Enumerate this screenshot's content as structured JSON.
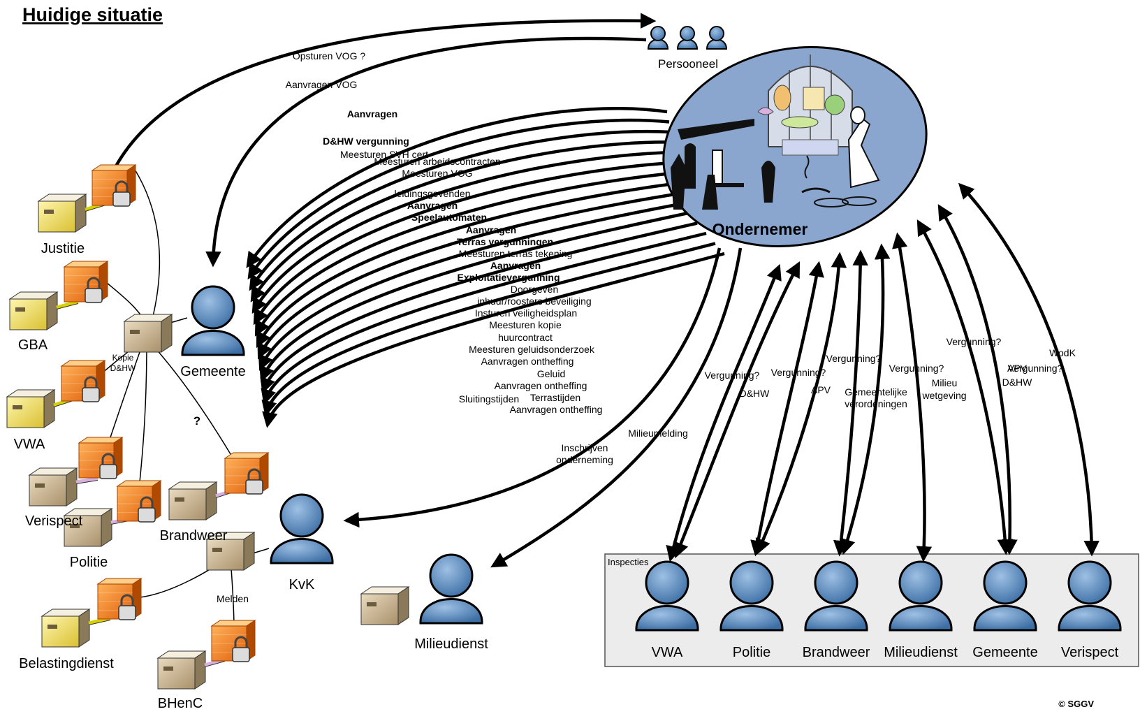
{
  "title": "Huidige situatie",
  "copyright": "© SGGV",
  "personnel_label": "Persooneel",
  "hub_label": "Ondernemer",
  "inspections_title": "Inspecties",
  "actors": {
    "gemeente": "Gemeente",
    "kvk": "KvK",
    "milieudienst": "Milieudienst"
  },
  "systems": {
    "justitie": "Justitie",
    "gba": "GBA",
    "vwa": "VWA",
    "verispect": "Verispect",
    "politie": "Politie",
    "brandweer": "Brandweer",
    "belastingdienst": "Belastingdienst",
    "bhenc": "BHenC"
  },
  "network_labels": {
    "kopie_dhw": [
      "Kopie",
      "D&HW"
    ],
    "question": "?",
    "melden": "Melden"
  },
  "personnel_flows": [
    "Opsturen VOG ?",
    "Aanvragen VOG"
  ],
  "gemeente_flows": [
    {
      "lines": [
        "Aanvragen",
        "D&HW vergunning"
      ],
      "bold": true
    },
    {
      "lines": [
        "Meesturen SVH cert"
      ],
      "bold": false
    },
    {
      "lines": [
        "Meesturen arbeidscontracten"
      ],
      "bold": false
    },
    {
      "lines": [
        "Meesturen VOG",
        "leidingsgevenden"
      ],
      "bold": false
    },
    {
      "lines": [
        "Aanvragen",
        "Speelautomaten"
      ],
      "bold": true
    },
    {
      "lines": [
        "Aanvragen",
        "Terras vergunningen"
      ],
      "bold": true
    },
    {
      "lines": [
        "Meesturen terras tekening"
      ],
      "bold": false
    },
    {
      "lines": [
        "Aanvragen",
        "Exploitatievergunning"
      ],
      "bold": true
    },
    {
      "lines": [
        "Doorgeven",
        "inhuur/roosters beveiliging"
      ],
      "bold": false
    },
    {
      "lines": [
        "Insturen veiligheidsplan"
      ],
      "bold": false
    },
    {
      "lines": [
        "Meesturen kopie",
        "huurcontract"
      ],
      "bold": false
    },
    {
      "lines": [
        "Meesturen geluidsonderzoek"
      ],
      "bold": false
    },
    {
      "lines": [
        "Aanvragen ontheffing",
        "Geluid"
      ],
      "bold": false
    },
    {
      "lines": [
        "Aanvragen ontheffing",
        "Terrastijden"
      ],
      "bold": false
    },
    {
      "lines": [
        "Aanvragen ontheffing",
        "Sluitingstijden"
      ],
      "bold": false
    }
  ],
  "kvk_flow": [
    "Inschrijven",
    "onderneming"
  ],
  "milieu_flow": "Milieumelding",
  "inspections": [
    {
      "name": "VWA",
      "flow": [
        "Vergunning?",
        "D&HW"
      ]
    },
    {
      "name": "Politie",
      "flow": [
        "Vergunning?",
        "APV"
      ]
    },
    {
      "name": "Brandweer",
      "flow": [
        "Vergunning?",
        "Gemeentelijke",
        "verordeningen"
      ]
    },
    {
      "name": "Milieudienst",
      "flow": [
        "Vergunning?",
        "Milieu",
        "wetgeving"
      ]
    },
    {
      "name": "Gemeente",
      "flow": [
        "Vergunning?",
        "APV",
        "D&HW"
      ]
    },
    {
      "name": "Verispect",
      "flow": [
        "WodK",
        "Vergunning?"
      ]
    }
  ],
  "colors": {
    "person_fill": "#4a7fb5",
    "hub_fill": "#8aa6cf",
    "firewall": "#f07a1a",
    "server_yellow": "#f2e27a",
    "server_tan": "#c9b48f",
    "inspection_box": "#ececec"
  }
}
